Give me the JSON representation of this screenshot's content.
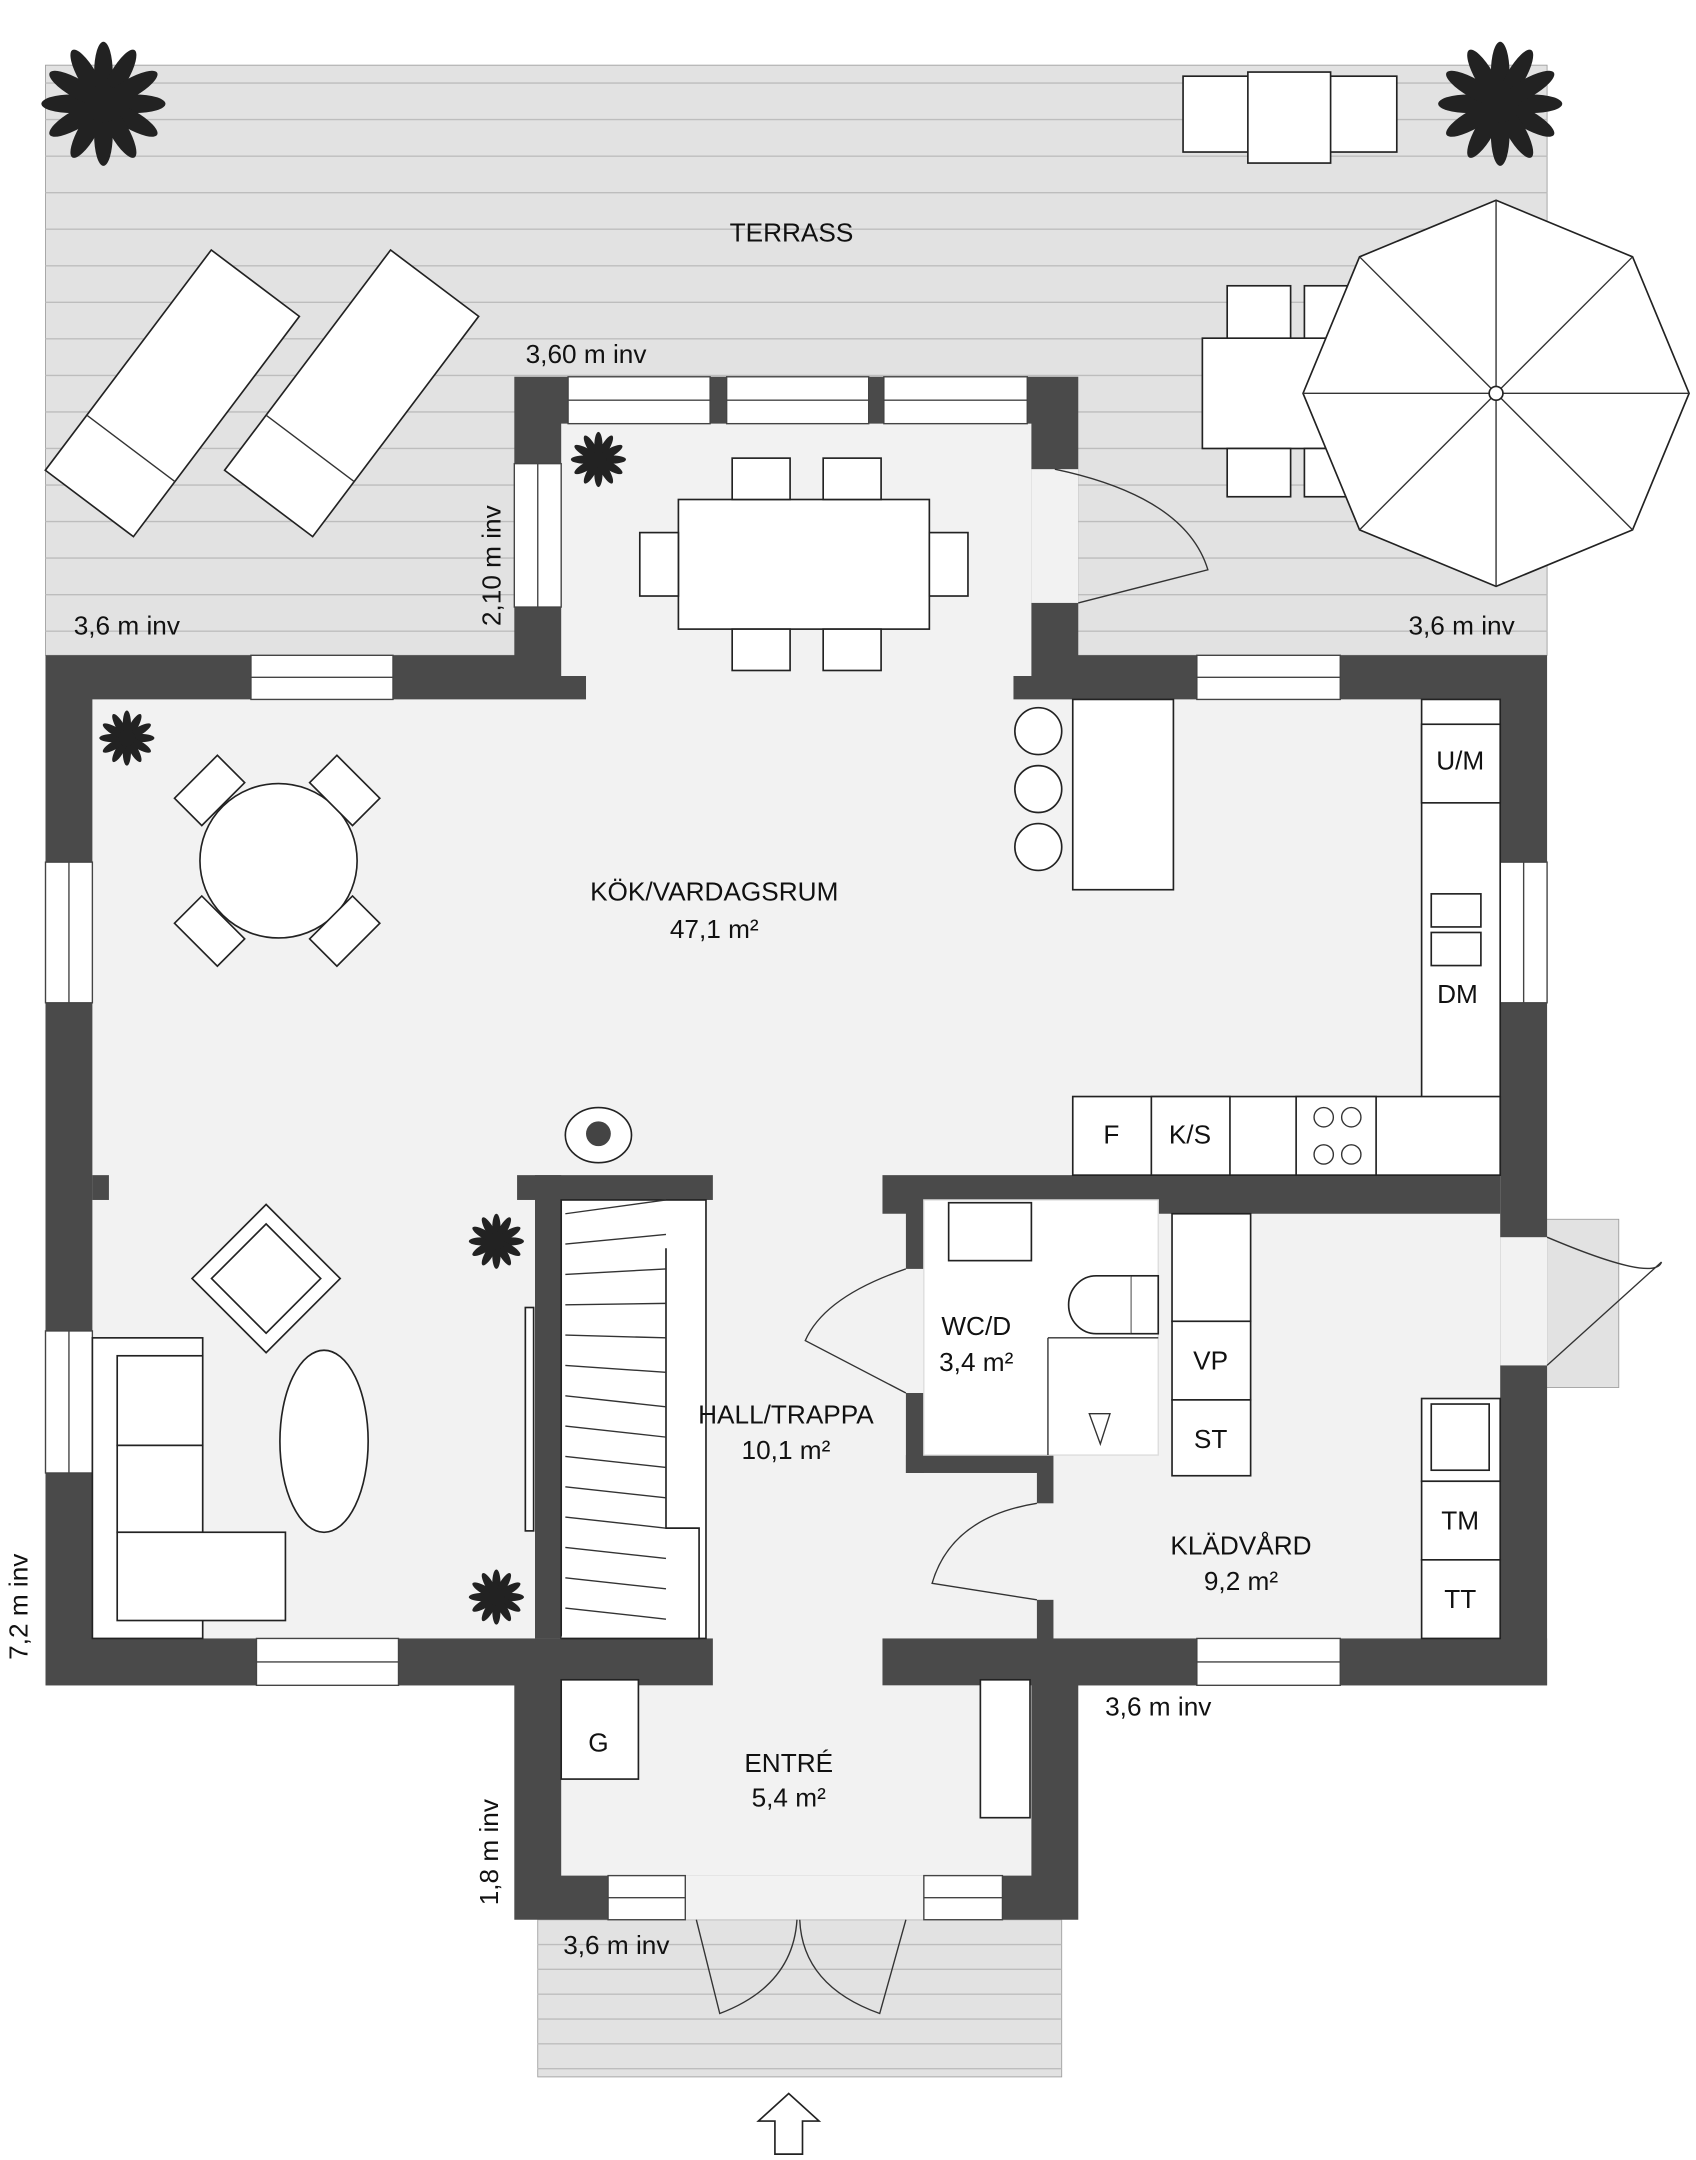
{
  "plan": {
    "terrace": "TERRASS",
    "rooms": {
      "kitchen_living": {
        "name": "KÖK/VARDAGSRUM",
        "area": "47,1 m²"
      },
      "wc": {
        "name": "WC/D",
        "area": "3,4 m²"
      },
      "hall": {
        "name": "HALL/TRAPPA",
        "area": "10,1 m²"
      },
      "laundry": {
        "name": "KLÄDVÅRD",
        "area": "9,2 m²"
      },
      "entry": {
        "name": "ENTRÉ",
        "area": "5,4 m²"
      }
    },
    "appliances": {
      "um": "U/M",
      "dm": "DM",
      "f": "F",
      "ks": "K/S",
      "vp": "VP",
      "st": "ST",
      "tm": "TM",
      "tt": "TT",
      "g": "G"
    },
    "dimensions": {
      "dining_top": "3,60 m inv",
      "dining_side": "2,10 m inv",
      "terrace_left": "3,6 m inv",
      "terrace_right": "3,6 m inv",
      "right_bottom": "3,6 m inv",
      "entry_side": "1,8 m inv",
      "entry_bottom": "3,6 m inv",
      "left_side": "7,2 m inv"
    },
    "colors": {
      "wall": "#4a4a4a",
      "floor": "#f2f2f2",
      "deck": "#e2e2e2"
    }
  }
}
